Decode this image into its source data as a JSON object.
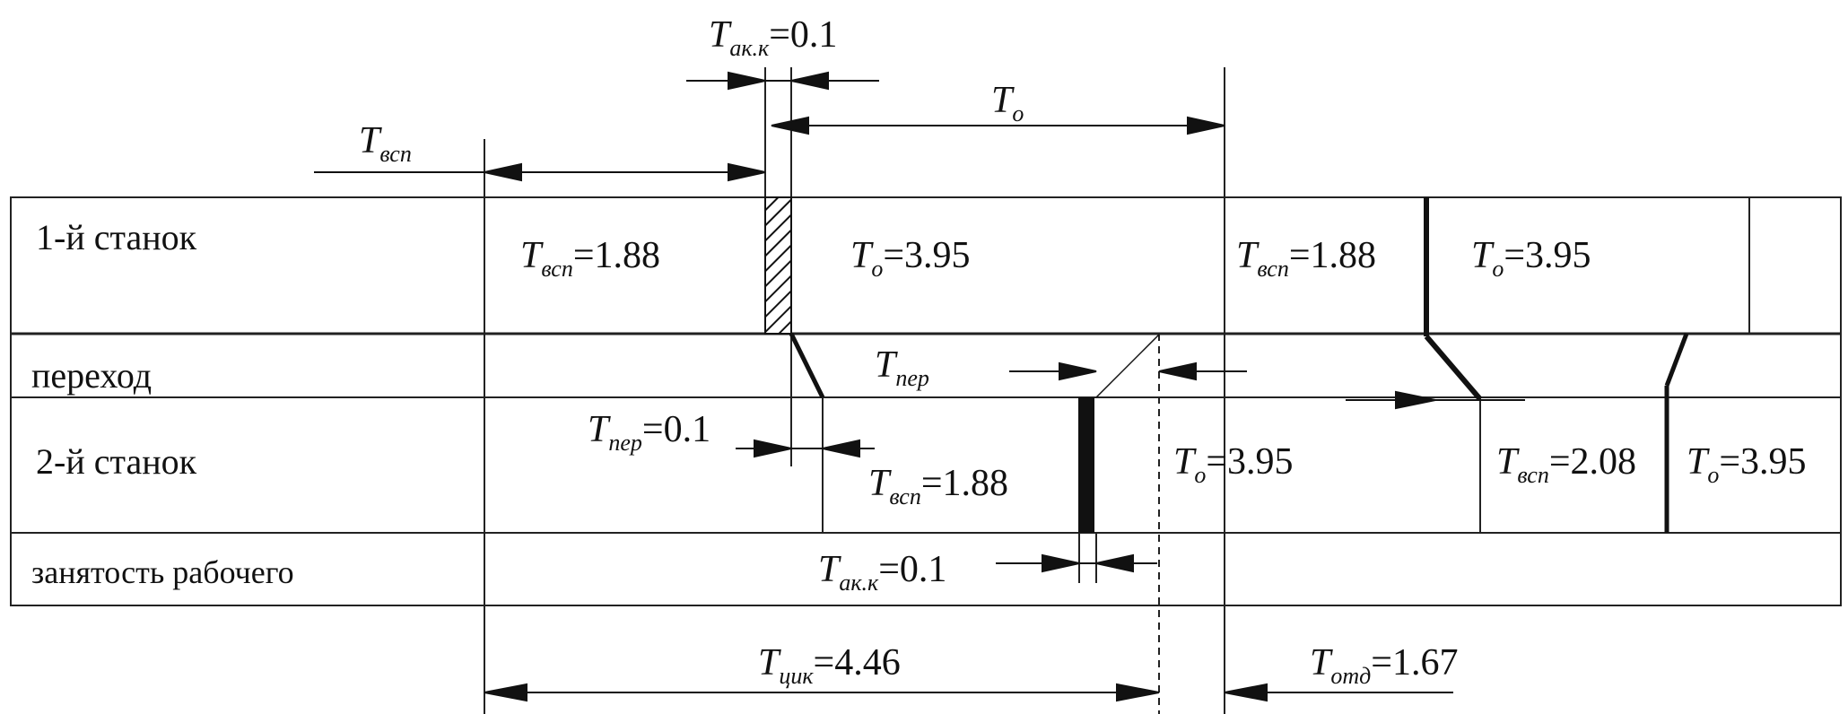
{
  "rows": [
    {
      "label": "1-й станок"
    },
    {
      "label": "переход"
    },
    {
      "label": "2-й станок"
    },
    {
      "label": "занятость рабочего"
    }
  ],
  "symbol": "T",
  "subscripts": {
    "vsp": "всп",
    "o": "о",
    "per": "пер",
    "akk": "ак.к",
    "cik": "цик",
    "otd": "отд"
  },
  "values": {
    "t_akk_top": "=0.1",
    "t_vsp_1a": "=1.88",
    "t_o_1a": "=3.95",
    "t_vsp_1b": "=1.88",
    "t_o_1b": "=3.95",
    "t_per_2": "=0.1",
    "t_vsp_2a": "=1.88",
    "t_o_2a": "=3.95",
    "t_vsp_2b": "=2.08",
    "t_o_2b": "=3.95",
    "t_akk_bottom": "=0.1",
    "t_cik": "=4.46",
    "t_otd": "=1.67"
  }
}
